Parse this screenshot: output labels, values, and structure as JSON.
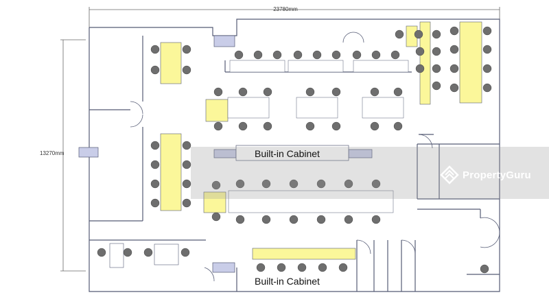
{
  "dimensions": {
    "width": "23780mm",
    "height": "13270mm"
  },
  "cabinets": {
    "middle": "Built-in Cabinet",
    "bottom": "Built-in Cabinet"
  },
  "watermark": {
    "text": "PropertyGuru",
    "logo": "propertyguru-logo-icon"
  },
  "colors": {
    "desk": "#fbf79a",
    "wall": "#555b75",
    "accent": "#c9cde8",
    "chair": "#6e6e6e"
  }
}
